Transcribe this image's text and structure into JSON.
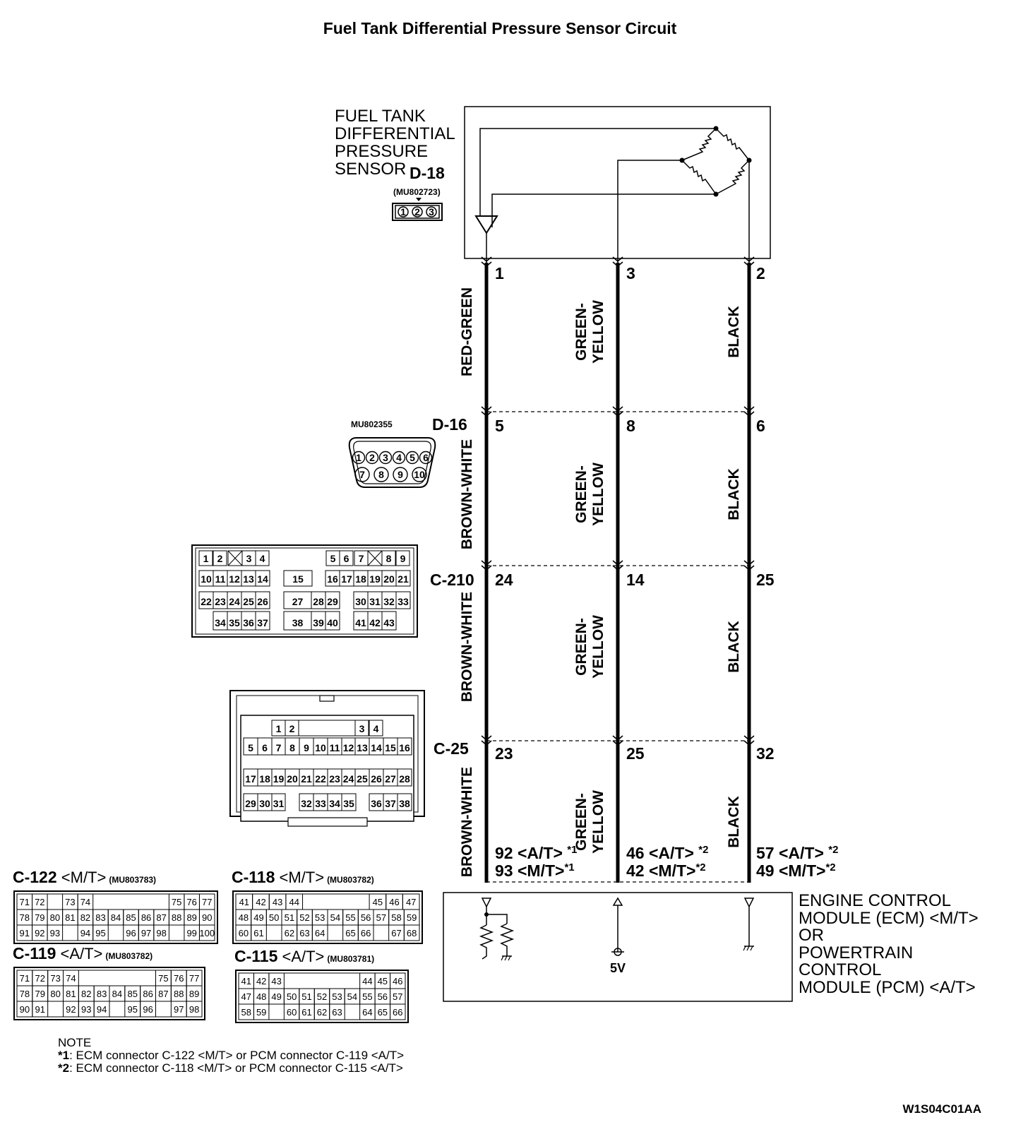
{
  "title": "Fuel Tank Differential Pressure Sensor Circuit",
  "sensor": {
    "name_lines": [
      "FUEL TANK",
      "DIFFERENTIAL",
      "PRESSURE",
      "SENSOR"
    ],
    "connector": "D-18",
    "part_number": "(MU802723)",
    "pins_face": [
      "1",
      "2",
      "3"
    ]
  },
  "terminals_sensor": [
    "1",
    "3",
    "2"
  ],
  "connectors": [
    {
      "id": "D-16",
      "part_number": "MU802355",
      "pins": [
        "5",
        "8",
        "6"
      ]
    },
    {
      "id": "C-210",
      "part_number": "",
      "pins": [
        "24",
        "14",
        "25"
      ]
    },
    {
      "id": "C-25",
      "part_number": "",
      "pins": [
        "23",
        "25",
        "32"
      ]
    }
  ],
  "wire_segments": [
    [
      "RED-GREEN",
      "GREEN-\nYELLOW",
      "BLACK"
    ],
    [
      "BROWN-WHITE",
      "GREEN-\nYELLOW",
      "BLACK"
    ],
    [
      "BROWN-WHITE",
      "GREEN-\nYELLOW",
      "BLACK"
    ],
    [
      "BROWN-WHITE",
      "GREEN-\nYELLOW",
      "BLACK"
    ]
  ],
  "ecm_pins": [
    {
      "line1": "92 <A/T> ",
      "mark1": "*1",
      "line2": "93 <M/T>",
      "mark2": "*1"
    },
    {
      "line1": "46 <A/T> ",
      "mark1": "*2",
      "line2": "42 <M/T>",
      "mark2": "*2"
    },
    {
      "line1": "57 <A/T> ",
      "mark1": "*2",
      "line2": "49 <M/T>",
      "mark2": "*2"
    }
  ],
  "ecm": {
    "name_lines": [
      "ENGINE CONTROL",
      "MODULE (ECM) <M/T>",
      "OR",
      "POWERTRAIN",
      "CONTROL",
      "MODULE (PCM) <A/T>"
    ],
    "supply_label": "5V"
  },
  "d16_face": {
    "row1": [
      "1",
      "2",
      "3",
      "4",
      "5",
      "6"
    ],
    "row2": [
      "7",
      "8",
      "9",
      "10"
    ]
  },
  "c210_face": {
    "row1": [
      "1",
      "2",
      "3",
      "4",
      "5",
      "6",
      "7",
      "8",
      "9"
    ],
    "row2": [
      "10",
      "11",
      "12",
      "13",
      "14",
      "15",
      "16",
      "17",
      "18",
      "19",
      "20",
      "21"
    ],
    "row3": [
      "22",
      "23",
      "24",
      "25",
      "26",
      "27",
      "28",
      "29",
      "30",
      "31",
      "32",
      "33"
    ],
    "row4": [
      "34",
      "35",
      "36",
      "37",
      "38",
      "39",
      "40",
      "41",
      "42",
      "43"
    ]
  },
  "c25_face": {
    "row1": [
      "1",
      "2",
      "3",
      "4"
    ],
    "row2": [
      "5",
      "6",
      "7",
      "8",
      "9",
      "10",
      "11",
      "12",
      "13",
      "14",
      "15",
      "16"
    ],
    "row3": [
      "17",
      "18",
      "19",
      "20",
      "21",
      "22",
      "23",
      "24",
      "25",
      "26",
      "27",
      "28"
    ],
    "row4": [
      "29",
      "30",
      "31",
      "32",
      "33",
      "34",
      "35",
      "36",
      "37",
      "38"
    ]
  },
  "ecm_connectors": [
    {
      "id": "C-122",
      "variant": " <M/T>",
      "part_number": "(MU803783)",
      "rows": [
        [
          "71",
          "72",
          "",
          "73",
          "74",
          "",
          "",
          "",
          "",
          "",
          "75",
          "76",
          "77"
        ],
        [
          "78",
          "79",
          "80",
          "81",
          "82",
          "83",
          "84",
          "85",
          "86",
          "87",
          "88",
          "89",
          "90"
        ],
        [
          "91",
          "92",
          "93",
          "",
          "94",
          "95",
          "",
          "96",
          "97",
          "98",
          "",
          "99",
          "100"
        ]
      ]
    },
    {
      "id": "C-118",
      "variant": " <M/T>",
      "part_number": "(MU803782)",
      "rows": [
        [
          "41",
          "42",
          "43",
          "44",
          "",
          "",
          "",
          "",
          "45",
          "46",
          "47"
        ],
        [
          "48",
          "49",
          "50",
          "51",
          "52",
          "53",
          "54",
          "55",
          "56",
          "57",
          "58",
          "59"
        ],
        [
          "60",
          "61",
          "",
          "62",
          "63",
          "64",
          "",
          "65",
          "66",
          "",
          "67",
          "68"
        ]
      ]
    },
    {
      "id": "C-119",
      "variant": "  <A/T>",
      "part_number": "(MU803782)",
      "rows": [
        [
          "71",
          "72",
          "73",
          "74",
          "",
          "",
          "",
          "",
          "",
          "75",
          "76",
          "77"
        ],
        [
          "78",
          "79",
          "80",
          "81",
          "82",
          "83",
          "84",
          "85",
          "86",
          "87",
          "88",
          "89"
        ],
        [
          "90",
          "91",
          "",
          "92",
          "93",
          "94",
          "",
          "95",
          "96",
          "",
          "97",
          "98"
        ]
      ]
    },
    {
      "id": "C-115",
      "variant": "  <A/T>",
      "part_number": "(MU803781)",
      "rows": [
        [
          "41",
          "42",
          "43",
          "",
          "",
          "",
          "",
          "",
          "44",
          "45",
          "46"
        ],
        [
          "47",
          "48",
          "49",
          "50",
          "51",
          "52",
          "53",
          "54",
          "55",
          "56",
          "57"
        ],
        [
          "58",
          "59",
          "",
          "60",
          "61",
          "62",
          "63",
          "",
          "64",
          "65",
          "66"
        ]
      ]
    }
  ],
  "note": {
    "heading": "NOTE",
    "items": [
      {
        "mark": "*1",
        "text": ": ECM connector C-122 <M/T> or PCM connector C-119 <A/T>"
      },
      {
        "mark": "*2",
        "text": ": ECM connector C-118 <M/T> or PCM connector C-115 <A/T>"
      }
    ]
  },
  "figure_code": "W1S04C01AA"
}
